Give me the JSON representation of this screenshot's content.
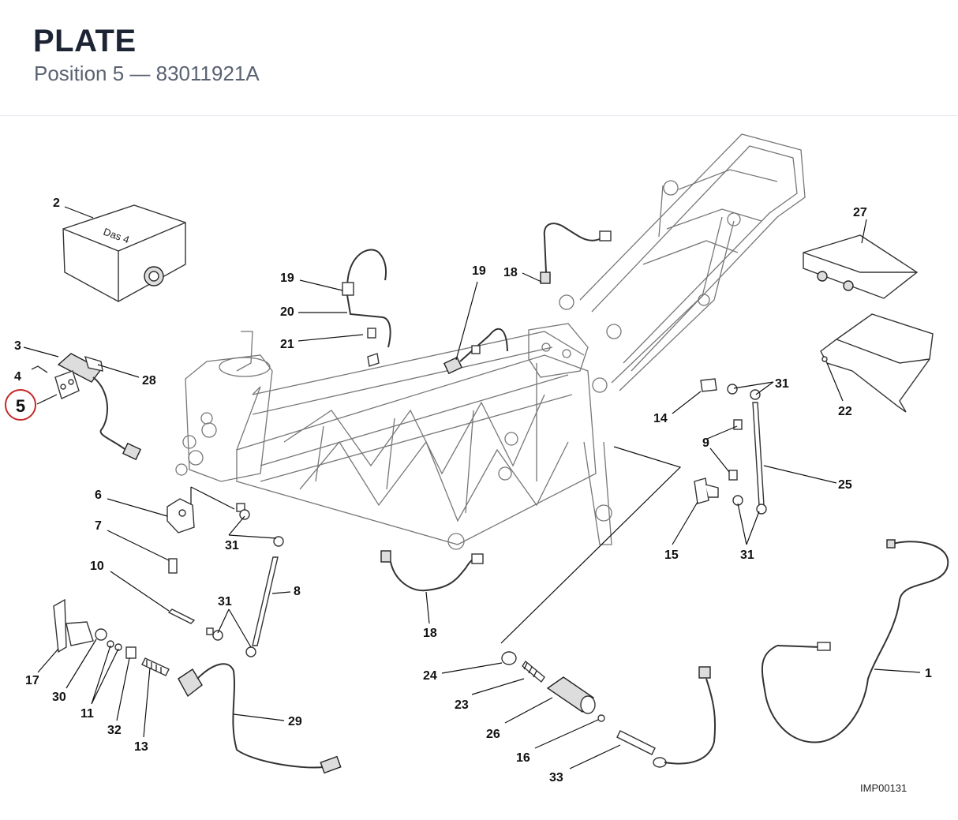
{
  "header": {
    "title": "PLATE",
    "subtitle": "Position 5 — 83011921A"
  },
  "diagram": {
    "reference": "IMP00131",
    "highlighted": "5",
    "highlight_color": "#c62828",
    "callouts": [
      "1",
      "2",
      "3",
      "4",
      "5",
      "6",
      "7",
      "8",
      "9",
      "10",
      "11",
      "13",
      "14",
      "15",
      "16",
      "17",
      "18",
      "19",
      "20",
      "21",
      "22",
      "23",
      "24",
      "25",
      "26",
      "27",
      "28",
      "29",
      "30",
      "31",
      "32",
      "33"
    ]
  }
}
